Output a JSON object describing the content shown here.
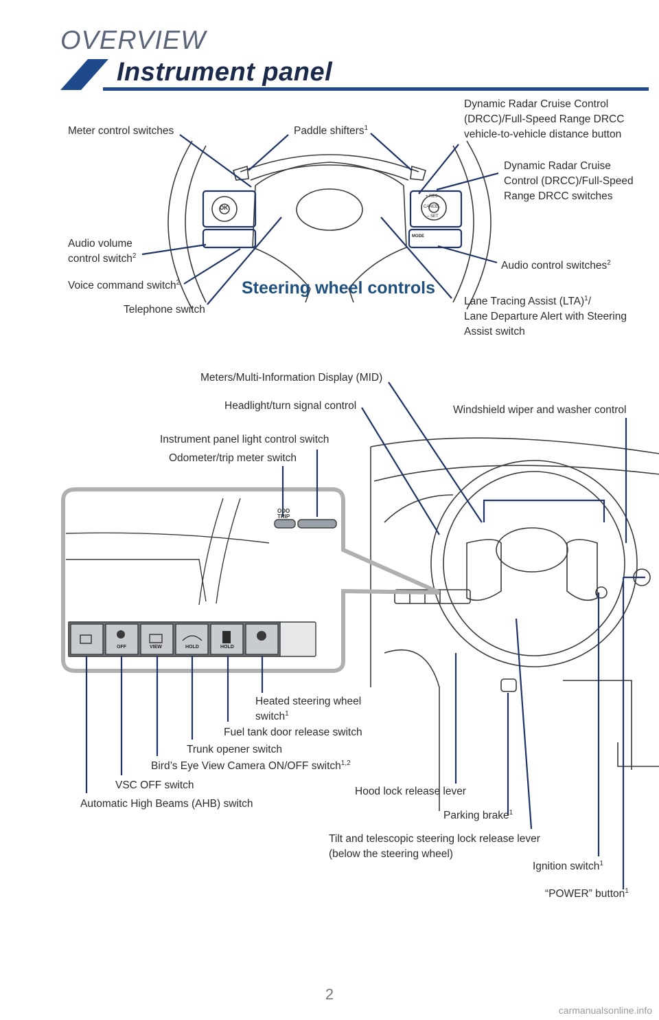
{
  "header": {
    "section": "OVERVIEW",
    "title": "Instrument panel"
  },
  "steering": {
    "caption": "Steering wheel controls",
    "meter_control": "Meter control switches",
    "paddle": "Paddle shifters",
    "paddle_sup": "1",
    "drcc_distance": [
      "Dynamic Radar Cruise Control",
      "(DRCC)/Full-Speed Range DRCC",
      "vehicle-to-vehicle distance button"
    ],
    "drcc_switches": [
      "Dynamic Radar Cruise",
      "Control (DRCC)/Full-Speed",
      "Range DRCC switches"
    ],
    "audio_volume": [
      "Audio volume",
      "control switch"
    ],
    "audio_volume_sup": "2",
    "voice_command": "Voice command switch",
    "voice_command_sup": "2",
    "telephone": "Telephone switch",
    "audio_control": "Audio control switches",
    "audio_control_sup": "2",
    "lta": [
      "Lane Tracing Assist (LTA)",
      "Lane Departure Alert with Steering",
      "Assist switch"
    ],
    "lta_sup": "1",
    "lta_slash": "/",
    "wheel_buttons": {
      "ok": "OK",
      "res": "+ RES",
      "cancel": "CANCEL",
      "set": "– SET",
      "mode": "MODE"
    }
  },
  "dash": {
    "mid": "Meters/Multi-Information Display (MID)",
    "headlight": "Headlight/turn signal control",
    "wiper": "Windshield wiper and washer control",
    "panel_light": "Instrument panel light control switch",
    "odometer": "Odometer/trip meter switch",
    "odo_button": [
      "ODO",
      "TRIP"
    ],
    "heated_wheel": [
      "Heated steering wheel",
      "switch"
    ],
    "heated_wheel_sup": "1",
    "fuel_door": "Fuel tank door release switch",
    "trunk": "Trunk opener switch",
    "birds_eye": "Bird’s Eye View Camera ON/OFF switch",
    "birds_eye_sup": "1,2",
    "vsc": "VSC OFF switch",
    "ahb": "Automatic High Beams (AHB) switch",
    "hood": "Hood lock release lever",
    "parking": "Parking brake",
    "parking_sup": "1",
    "tilt": [
      "Tilt and telescopic steering lock release lever",
      "(below the steering wheel)"
    ],
    "ignition": "Ignition switch",
    "ignition_sup": "1",
    "power": "“POWER” button",
    "power_sup": "1",
    "switch_labels": {
      "off": "OFF",
      "view": "VIEW",
      "hold1": "HOLD",
      "hold2": "HOLD"
    }
  },
  "footer": {
    "page": "2",
    "site": "carmanualsonline.info"
  },
  "colors": {
    "navy": "#1b2a4a",
    "leader": "#1f3466",
    "caption_blue": "#1f4f7d",
    "accent_band": "#1e4a8c"
  }
}
